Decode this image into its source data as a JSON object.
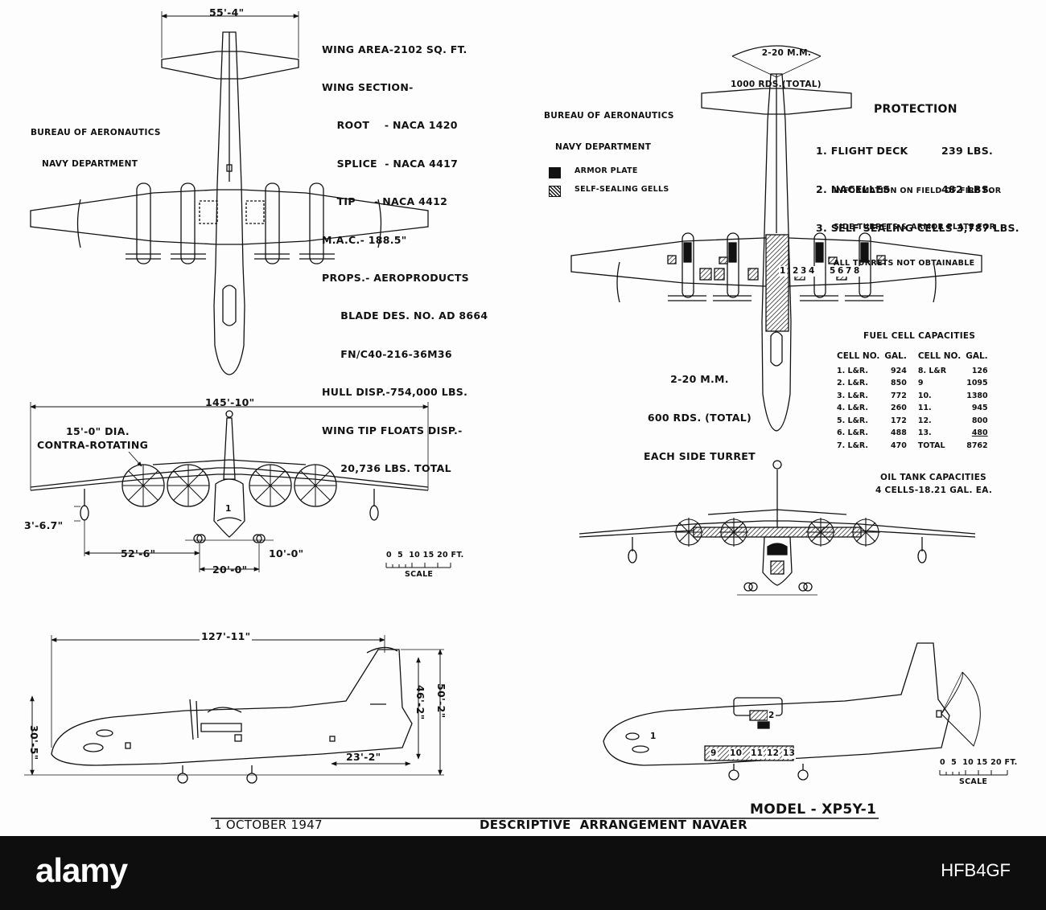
{
  "header_left": {
    "line1": "BUREAU OF AERONAUTICS",
    "line2": "NAVY DEPARTMENT"
  },
  "header_right": {
    "line1": "BUREAU OF AERONAUTICS",
    "line2": "NAVY DEPARTMENT"
  },
  "specs": [
    "WING AREA-2102 SQ. FT.",
    "WING SECTION-",
    "    ROOT    - NACA 1420",
    "    SPLICE  - NACA 4417",
    "    TIP     - NACA 4412",
    "M.A.C.- 188.5\"",
    "PROPS.- AEROPRODUCTS",
    "     BLADE DES. NO. AD 8664",
    "     FN/C40-216-36M36",
    "HULL DISP.-754,000 LBS.",
    "WING TIP FLOATS DISP.-",
    "     20,736 LBS. TOTAL"
  ],
  "dimensions": {
    "tail_span": "55'-4\"",
    "wing_span": "145'-10\"",
    "prop_dia": "15'-0\" DIA.",
    "prop_type": "CONTRA-ROTATING",
    "float_height": "3'-6.7\"",
    "float_spacing": "52'-6\"",
    "gear_track": "20'-0\"",
    "gear_width": "10'-0\"",
    "length": "127'-11\"",
    "height": "50'-2\"",
    "fin_height": "46'-2\"",
    "step_length": "23'-2\"",
    "hull_height": "30'-5\""
  },
  "turret_top": {
    "line1": "2-20 M.M.",
    "line2": "1000 RDS.(TOTAL)"
  },
  "turret_side": {
    "line1": "2-20 M.M.",
    "line2": "600 RDS. (TOTAL)",
    "line3": "EACH SIDE TURRET"
  },
  "legend": {
    "armor": "ARMOR PLATE",
    "cells": "SELF-SEALING GELLS"
  },
  "protection": {
    "title": "PROTECTION",
    "items": [
      {
        "label": "1. FLIGHT DECK",
        "value": "239 LBS."
      },
      {
        "label": "2. NACELLES",
        "value": "482 LBS."
      },
      {
        "label": "3. SELF SEALING CELLS",
        "value": "3,787 LBS."
      }
    ],
    "note": [
      "INFORMATION ON FIELD OF FIRE FOR",
      "SIDE TURRETS & ARMOR PLATE FOR",
      "ALL TURRETS NOT OBTAINABLE"
    ]
  },
  "fuel": {
    "title": "FUEL CELL CAPACITIES",
    "headers": [
      "CELL NO.",
      "GAL.",
      "CELL NO.",
      "GAL."
    ],
    "rows": [
      [
        "1. L&R.",
        "924",
        "8. L&R",
        "126"
      ],
      [
        "2. L&R.",
        "850",
        "9",
        "1095"
      ],
      [
        "3. L&R.",
        "772",
        "10.",
        "1380"
      ],
      [
        "4. L&R.",
        "260",
        "11.",
        "945"
      ],
      [
        "5. L&R.",
        "172",
        "12.",
        "800"
      ],
      [
        "6. L&R.",
        "488",
        "13.",
        "480"
      ],
      [
        "7. L&R.",
        "470",
        "TOTAL",
        "8762"
      ]
    ]
  },
  "oil": {
    "title": "OIL TANK CAPACITIES",
    "detail": "4 CELLS-18.21 GAL. EA."
  },
  "scale": {
    "ticks": "0  5  10 15 20 FT.",
    "label": "SCALE"
  },
  "cell_labels": {
    "top": [
      "1",
      "2",
      "3",
      "4",
      "5",
      "6",
      "7",
      "8"
    ],
    "side": [
      "9",
      "10",
      "11",
      "12",
      "13"
    ],
    "side_extra": [
      "1",
      "2"
    ],
    "front_turret": "1"
  },
  "footer": {
    "date": "1 OCTOBER 1947",
    "title": "DESCRIPTIVE  ARRANGEMENT",
    "org": "NAVAER",
    "model": "MODEL - XP5Y-1"
  },
  "stock": {
    "brand": "alamy",
    "image_id": "HFB4GF"
  }
}
